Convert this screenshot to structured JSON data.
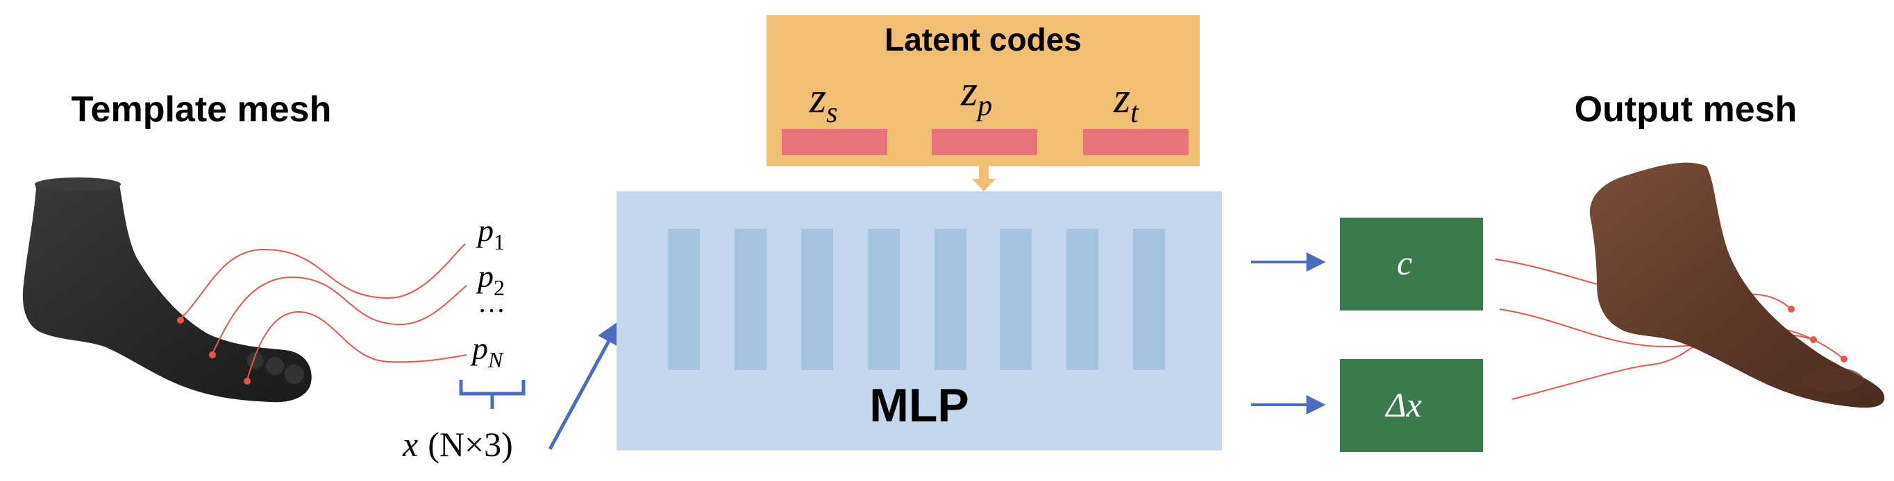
{
  "template_mesh": {
    "title": "Template mesh"
  },
  "output_mesh": {
    "title": "Output mesh"
  },
  "latent_codes": {
    "title": "Latent codes",
    "codes": [
      {
        "base": "z",
        "sub": "s"
      },
      {
        "base": "z",
        "sub": "p"
      },
      {
        "base": "z",
        "sub": "t"
      }
    ]
  },
  "points": {
    "p1": {
      "base": "p",
      "sub": "1"
    },
    "p2": {
      "base": "p",
      "sub": "2"
    },
    "ellipsis": "…",
    "pN": {
      "base": "p",
      "sub": "N"
    }
  },
  "input": {
    "var": "x",
    "dims": "(N×3)"
  },
  "mlp": {
    "label": "MLP"
  },
  "outputs": {
    "color": "c",
    "displacement": "Δx"
  },
  "colors": {
    "latent_box": "#F1BF73",
    "latent_bar": "#E8737A",
    "mlp_box": "#C4D7EC",
    "mlp_layer": "#A6C2E1",
    "output_box": "#3A7A4C",
    "arrow_blue": "#4A6DC0",
    "arrow_orange": "#F1BF73",
    "correspondence_line": "#E8564A",
    "template_foot": "#2A2A2A",
    "output_foot": "#6B4230"
  }
}
